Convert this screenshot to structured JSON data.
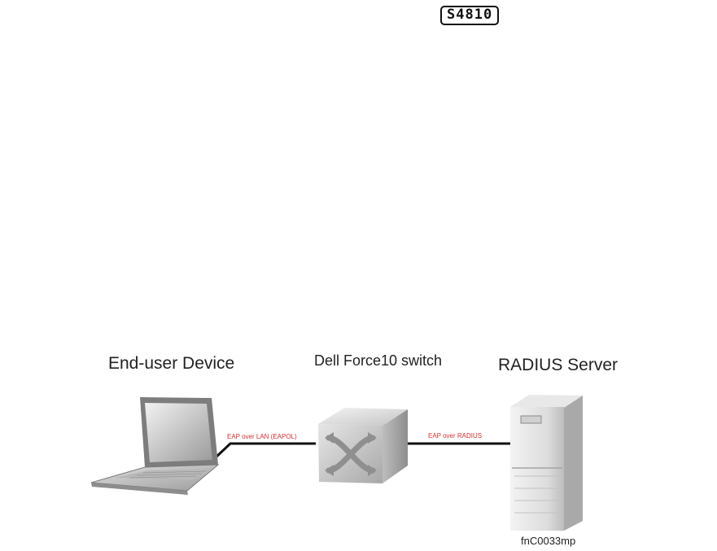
{
  "header": {
    "model_badge": "S4810"
  },
  "nodes": {
    "end_user": {
      "label": "End-user Device",
      "icon": "laptop-icon"
    },
    "switch": {
      "label": "Dell Force10 switch",
      "icon": "switch-icon"
    },
    "radius": {
      "label": "RADIUS Server",
      "icon": "server-icon"
    }
  },
  "links": {
    "eapol": {
      "label": "EAP over LAN (EAPOL)"
    },
    "radius": {
      "label": "EAP over RADIUS"
    }
  },
  "figure_id": "fnC0033mp",
  "colors": {
    "link_label": "#d2322d",
    "link_line": "#111111"
  }
}
